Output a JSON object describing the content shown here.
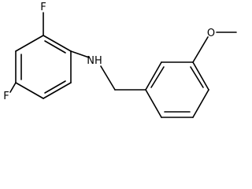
{
  "molecule": {
    "atom_labels": {
      "fluorine_top": "F",
      "fluorine_bottom": "F",
      "amine": "NH",
      "ether_oxygen": "O"
    },
    "colors": {
      "bond": "#000000",
      "label": "#000000",
      "background": "#ffffff"
    }
  }
}
